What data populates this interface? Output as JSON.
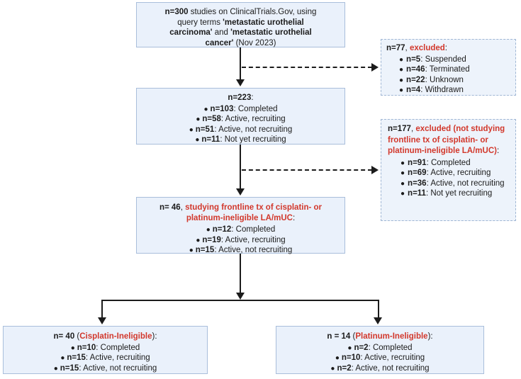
{
  "diagram": {
    "title": "Clinical trial study selection flowchart",
    "accent_red": "#d2382c",
    "box_fill": "#eaf1fb",
    "box_border": "#a9bedb",
    "connector_color": "#1b1b1b"
  },
  "box_screened": {
    "line1_bold": "n=300",
    "line1_rest": " studies on ClinicalTrials.Gov, using",
    "line2_plain": "query terms ",
    "line2_bold": "'metastatic urothelial",
    "line3_bold": "carcinoma' ",
    "line3_plain": "and ",
    "line3_bold2": "'metastatic urothelial",
    "line4_bold": "cancer' ",
    "line4_plain": "(Nov 2023)"
  },
  "box_excluded_1": {
    "header_bold": "n=77",
    "header_comma": ", ",
    "header_red": "excluded",
    "header_colon": ":",
    "items": [
      {
        "n": "n=5",
        "label": ": Suspended"
      },
      {
        "n": "n=46",
        "label": ": Terminated"
      },
      {
        "n": "n=22",
        "label": ": Unknown"
      },
      {
        "n": "n=4",
        "label": ": Withdrawn"
      }
    ]
  },
  "box_eligible_223": {
    "header_bold": "n=223",
    "header_colon": ":",
    "items": [
      {
        "n": "n=103",
        "label": ": Completed"
      },
      {
        "n": "n=58",
        "label": ": Active, recruiting"
      },
      {
        "n": "n=51",
        "label": ": Active, not recruiting"
      },
      {
        "n": "n=11",
        "label": ": Not yet recruiting"
      }
    ]
  },
  "box_excluded_2": {
    "header_bold": "n=177",
    "header_comma": ", ",
    "header_red": "excluded (not studying frontline tx of cisplatin- or platinum-ineligible LA/mUC)",
    "header_colon": ":",
    "items": [
      {
        "n": "n=91",
        "label": ": Completed"
      },
      {
        "n": "n=69",
        "label": ": Active, recruiting"
      },
      {
        "n": "n=36",
        "label": ": Active, not recruiting"
      },
      {
        "n": "n=11",
        "label": ": Not yet recruiting"
      }
    ]
  },
  "box_included_46": {
    "header_bold": "n= 46",
    "header_comma": ", ",
    "header_red": "studying frontline tx of cisplatin- or platinum-ineligible LA/mUC",
    "header_colon": ":",
    "items": [
      {
        "n": "n=12",
        "label": ": Completed"
      },
      {
        "n": "n=19",
        "label": ": Active, recruiting"
      },
      {
        "n": "n=15",
        "label": ": Active, not recruiting"
      }
    ]
  },
  "box_cisplatin": {
    "header_bold": "n= 40",
    "header_paren_open": " (",
    "header_red": "Cisplatin-Ineligible",
    "header_paren_close": "):",
    "items": [
      {
        "n": "n=10",
        "label": ": Completed"
      },
      {
        "n": "n=15",
        "label": ": Active, recruiting"
      },
      {
        "n": "n=15",
        "label": ": Active, not recruiting"
      }
    ]
  },
  "box_platinum": {
    "header_bold": "n = 14",
    "header_paren_open": " (",
    "header_red": "Platinum-Ineligible",
    "header_paren_close": "):",
    "items": [
      {
        "n": "n=2",
        "label": ": Completed"
      },
      {
        "n": "n=10",
        "label": ": Active, recruiting"
      },
      {
        "n": "n=2",
        "label": ": Active, not recruiting"
      }
    ]
  },
  "bullet_glyph": "●"
}
